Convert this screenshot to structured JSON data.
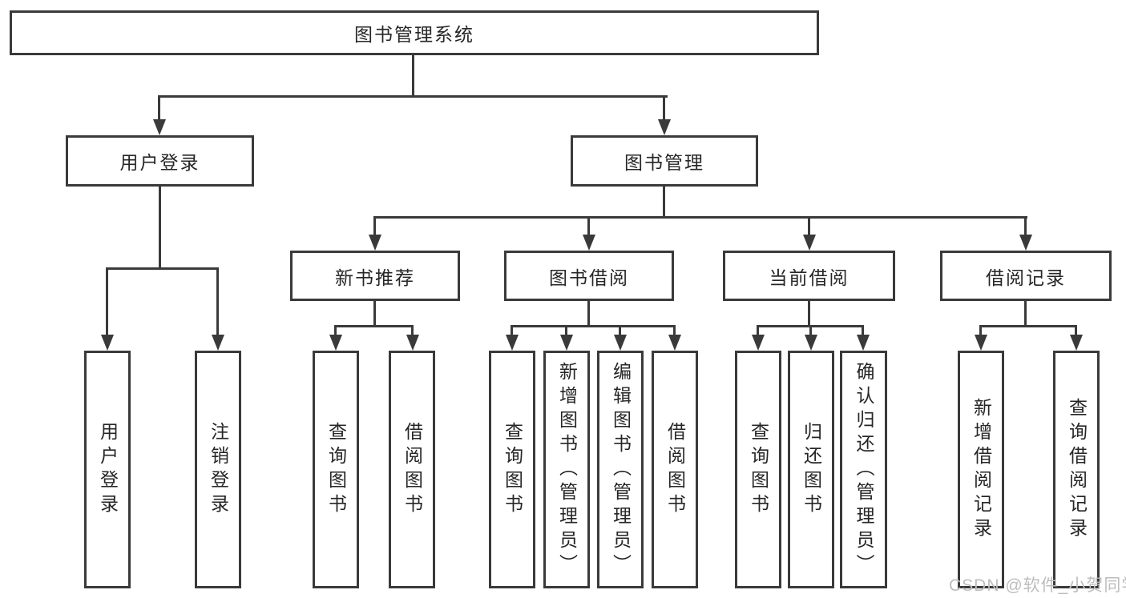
{
  "diagram_title": "图书管理系统",
  "colors": {
    "background": "#ffffff",
    "line": "#3a3a3a",
    "box_border": "#3a3a3a",
    "text": "#262626",
    "watermark": "#bdbdbd"
  },
  "tree": {
    "root": {
      "label": "图书管理系统",
      "children": [
        {
          "label": "用户登录",
          "children": [
            {
              "label": "用户登录"
            },
            {
              "label": "注销登录"
            }
          ]
        },
        {
          "label": "图书管理",
          "children": [
            {
              "label": "新书推荐",
              "children": [
                {
                  "label": "查询图书"
                },
                {
                  "label": "借阅图书"
                }
              ]
            },
            {
              "label": "图书借阅",
              "children": [
                {
                  "label": "查询图书"
                },
                {
                  "label": "新增图书（管理员）"
                },
                {
                  "label": "编辑图书（管理员）"
                },
                {
                  "label": "借阅图书"
                }
              ]
            },
            {
              "label": "当前借阅",
              "children": [
                {
                  "label": "查询图书"
                },
                {
                  "label": "归还图书"
                },
                {
                  "label": "确认归还（管理员）"
                }
              ]
            },
            {
              "label": "借阅记录",
              "children": [
                {
                  "label": "新增借阅记录"
                },
                {
                  "label": "查询借阅记录"
                }
              ]
            }
          ]
        }
      ]
    }
  },
  "watermark": {
    "text": "CSDN @软件_小贺同学"
  }
}
